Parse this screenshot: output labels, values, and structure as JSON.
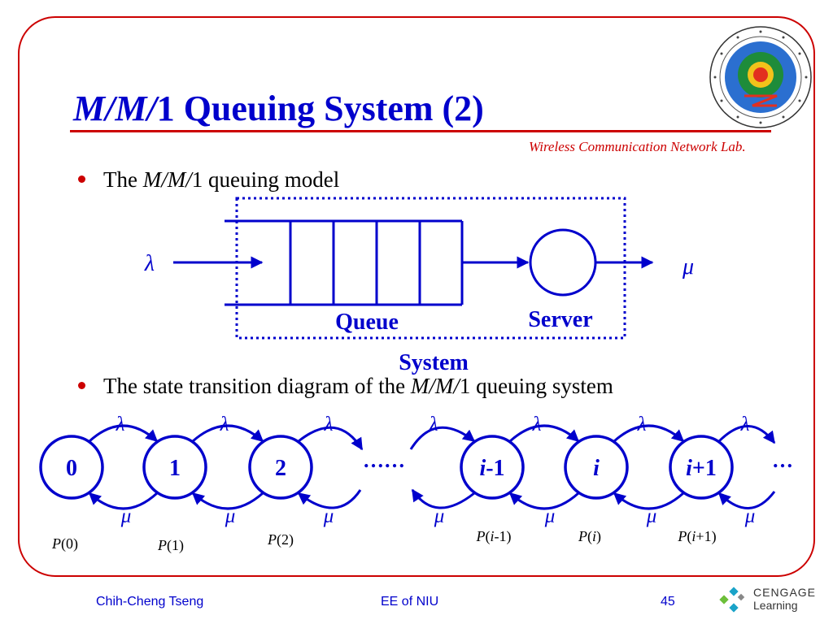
{
  "slide": {
    "title_italic": "M/M/",
    "title_rest": "1 Queuing System (2)",
    "lab_name": "Wireless Communication Network Lab.",
    "bullets": [
      {
        "pre": "The ",
        "italic": "M/M/",
        "post": "1 queuing model"
      },
      {
        "pre": "The state transition diagram of the ",
        "italic": "M/M/",
        "post": "1 queuing system"
      }
    ]
  },
  "queue_model": {
    "arrival_symbol": "λ",
    "service_symbol": "μ",
    "queue_label": "Queue",
    "server_label": "Server",
    "system_label": "System"
  },
  "state_diagram": {
    "states": [
      {
        "label": "0",
        "italic": "",
        "suffix": "0"
      },
      {
        "label": "1",
        "italic": "",
        "suffix": "1"
      },
      {
        "label": "2",
        "italic": "",
        "suffix": "2"
      },
      {
        "label": "-1",
        "italic": "i",
        "suffix": "-1"
      },
      {
        "label": "",
        "italic": "i",
        "suffix": ""
      },
      {
        "label": "+1",
        "italic": "i",
        "suffix": "+1"
      }
    ],
    "ellipsis_middle": "……",
    "ellipsis_end": "…",
    "arrival_symbol": "λ",
    "service_symbol": "μ",
    "prob_prefix": "P",
    "probabilities": [
      "0",
      "1",
      "2",
      "-1",
      "",
      "+1"
    ]
  },
  "footer": {
    "author": "Chih-Cheng Tseng",
    "institution": "EE of NIU",
    "page": "45",
    "publisher_brand": "CENGAGE",
    "publisher_sub": "Learning"
  },
  "colors": {
    "frame": "#cc0000",
    "title": "#0000cc",
    "diagram": "#0000cc",
    "bullet": "#cc0000"
  },
  "logo": {
    "icon": "university-seal-icon"
  }
}
